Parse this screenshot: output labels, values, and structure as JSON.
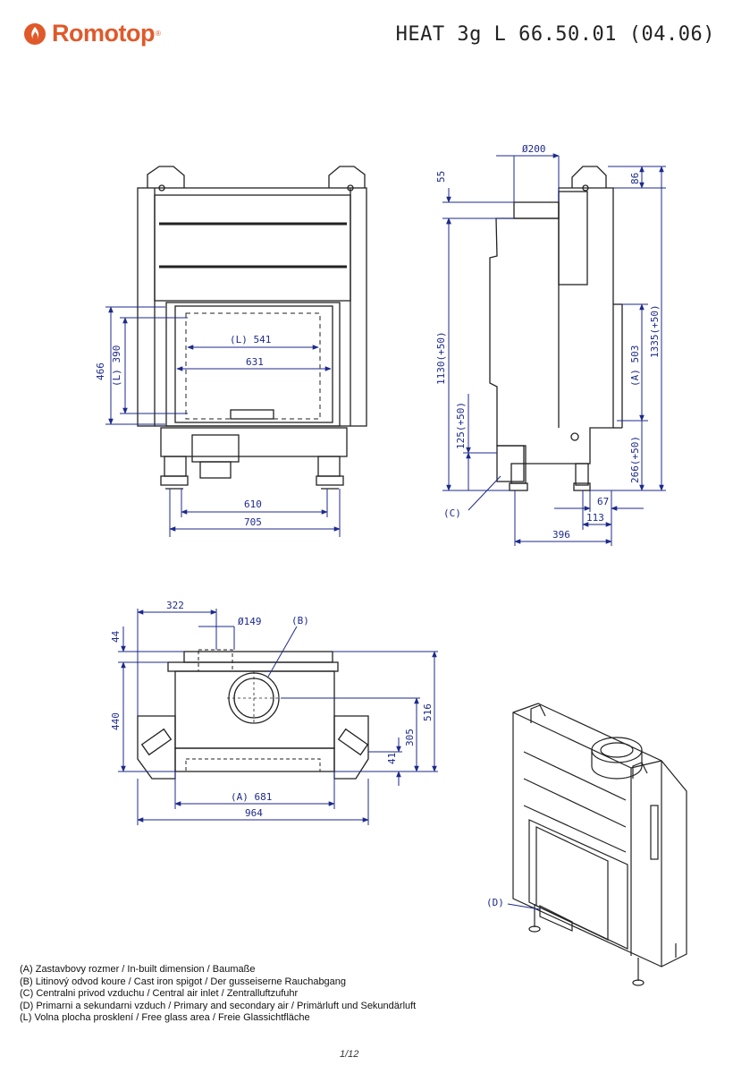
{
  "header": {
    "brand": "Romotop",
    "brand_mark": "®",
    "doc_code": "HEAT 3g L 66.50.01 (04.06)"
  },
  "front_view": {
    "dims": {
      "w610": "610",
      "w705": "705",
      "h466": "466",
      "h390": "(L) 390",
      "w541": "(L) 541",
      "w631": "631"
    }
  },
  "side_view": {
    "dims": {
      "d200": "Ø200",
      "t55": "55",
      "t86": "86",
      "h1130": "1130(+50)",
      "h1335": "1335(+50)",
      "a503": "(A) 503",
      "h125": "125(+50)",
      "h266": "266(+50)",
      "c_label": "(C)",
      "b67": "67",
      "b113": "113",
      "b396": "396"
    }
  },
  "top_view": {
    "dims": {
      "w322": "322",
      "d149": "Ø149",
      "b_label": "(B)",
      "t44": "44",
      "h440": "440",
      "h516": "516",
      "h305": "305",
      "h41": "41",
      "a681": "(A) 681",
      "w964": "964"
    }
  },
  "iso_view": {
    "d_label": "(D)"
  },
  "legend": [
    "(A)  Zastavbovy rozmer / In-built dimension / Baumaße",
    "(B)  Litinový odvod koure / Cast iron spigot / Der gusseiserne Rauchabgang",
    "(C)  Centralni privod vzduchu / Central air inlet / Zentralluftzufuhr",
    "(D)  Primarni a sekundarni vzduch / Primary and secondary air / Primärluft und Sekundärluft",
    "(L)  Volna plocha prosklení / Free glass area / Freie Glassichtfläche"
  ],
  "page_number": "1/12",
  "colors": {
    "brand": "#e0592a",
    "dimension": "#1d2a8c",
    "line": "#222222"
  }
}
